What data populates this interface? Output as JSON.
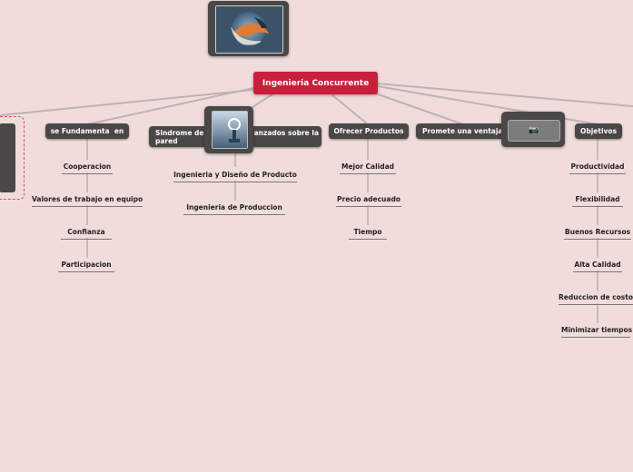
{
  "root": {
    "label": "Ingenieria Concurrente"
  },
  "branches": [
    {
      "label": "se Fundamenta  en",
      "children": [
        "Cooperacion",
        "Valores de trabajo en equipo",
        "Confianza",
        "Participacion"
      ]
    },
    {
      "label_lines": [
        "Sindrome del",
        "lanzados sobre la",
        "pared"
      ],
      "children": [
        "Ingenieria y Diseño de Producto",
        "Ingenieria de Produccion"
      ]
    },
    {
      "label": "Ofrecer Productos",
      "children": [
        "Mejor Calidad",
        "Precio adecuado",
        "Tiempo"
      ]
    },
    {
      "label": "Promete una ventaja c",
      "children": []
    },
    {
      "label": "Objetivos",
      "children": [
        "Productividad",
        "Flexibilidad",
        "Buenos Recursos",
        "Alta Calidad",
        "Reduccion de costos",
        "Minimizar tiempos"
      ]
    }
  ],
  "icons": {
    "placeholder": "camera-icon",
    "placeholder_glyph": "📷"
  },
  "colors": {
    "background": "#f1dcdc",
    "root": "#c8203a",
    "node": "#4a4747",
    "connector": "#bfb2b2",
    "selection": "#e05050"
  }
}
